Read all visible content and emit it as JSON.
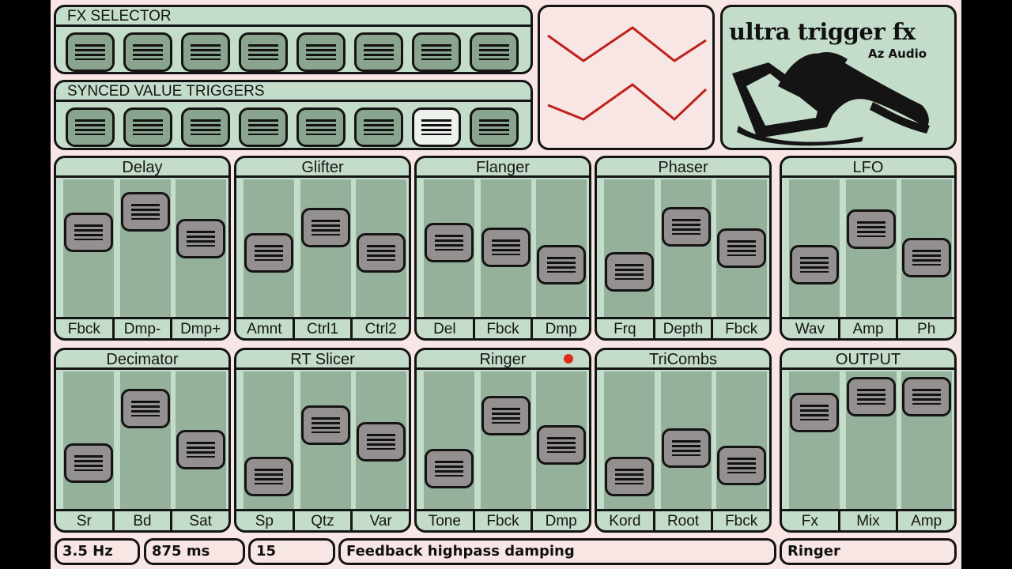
{
  "fx_selector": {
    "title": "FX SELECTOR",
    "active_index": -1,
    "buttons": 8
  },
  "synced_triggers": {
    "title": "SYNCED VALUE TRIGGERS",
    "active_index": 6,
    "buttons": 8
  },
  "logo": {
    "title": "ultra trigger fx",
    "subtitle": "Az Audio"
  },
  "waveform_color": "#c0201a",
  "modules_row1": [
    {
      "title": "Delay",
      "params": [
        {
          "label": "Fbck",
          "value": 0.66
        },
        {
          "label": "Dmp-",
          "value": 0.87
        },
        {
          "label": "Dmp+",
          "value": 0.6
        }
      ]
    },
    {
      "title": "Glifter",
      "params": [
        {
          "label": "Amnt",
          "value": 0.45
        },
        {
          "label": "Ctrl1",
          "value": 0.71
        },
        {
          "label": "Ctrl2",
          "value": 0.45
        }
      ]
    },
    {
      "title": "Flanger",
      "params": [
        {
          "label": "Del",
          "value": 0.56
        },
        {
          "label": "Fbck",
          "value": 0.51
        },
        {
          "label": "Dmp",
          "value": 0.33
        }
      ]
    },
    {
      "title": "Phaser",
      "params": [
        {
          "label": "Frq",
          "value": 0.26
        },
        {
          "label": "Depth",
          "value": 0.72
        },
        {
          "label": "Fbck",
          "value": 0.5
        }
      ]
    },
    {
      "title": "LFO",
      "params": [
        {
          "label": "Wav",
          "value": 0.33
        },
        {
          "label": "Amp",
          "value": 0.69
        },
        {
          "label": "Ph",
          "value": 0.4
        }
      ]
    }
  ],
  "modules_row2": [
    {
      "title": "Decimator",
      "params": [
        {
          "label": "Sr",
          "value": 0.27
        },
        {
          "label": "Bd",
          "value": 0.82
        },
        {
          "label": "Sat",
          "value": 0.4
        }
      ]
    },
    {
      "title": "RT Slicer",
      "params": [
        {
          "label": "Sp",
          "value": 0.13
        },
        {
          "label": "Qtz",
          "value": 0.65
        },
        {
          "label": "Var",
          "value": 0.48
        }
      ]
    },
    {
      "title": "Ringer",
      "params": [
        {
          "label": "Tone",
          "value": 0.21
        },
        {
          "label": "Fbck",
          "value": 0.75
        },
        {
          "label": "Dmp",
          "value": 0.45
        }
      ],
      "active": true
    },
    {
      "title": "TriCombs",
      "params": [
        {
          "label": "Kord",
          "value": 0.13
        },
        {
          "label": "Root",
          "value": 0.42
        },
        {
          "label": "Fbck",
          "value": 0.24
        }
      ]
    },
    {
      "title": "OUTPUT",
      "params": [
        {
          "label": "Fx",
          "value": 0.78
        },
        {
          "label": "Mix",
          "value": 0.94
        },
        {
          "label": "Amp",
          "value": 0.94
        }
      ]
    }
  ],
  "status": {
    "rate": "3.5 Hz",
    "time": "875 ms",
    "value": "15",
    "description": "Feedback highpass damping",
    "module": "Ringer"
  }
}
